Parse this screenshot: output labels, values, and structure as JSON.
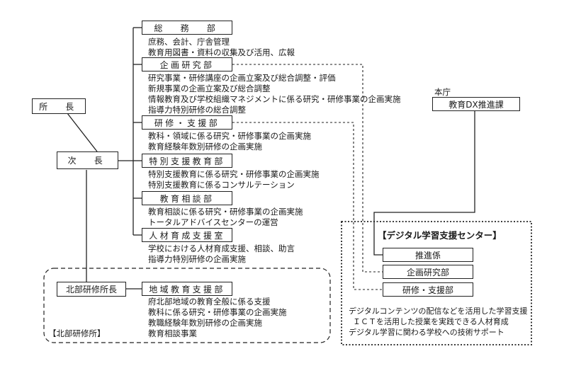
{
  "top": {
    "shocho": "所　長",
    "jicho": "次　長"
  },
  "departments": [
    {
      "name": "総　務　部",
      "lines": [
        "庶務、会計、庁舎管理",
        "教育用図書・資料の収集及び活用、広報"
      ]
    },
    {
      "name": "企画研究部",
      "lines": [
        "研究事業・研修講座の企画立案及び総合調整・評価",
        "新規事業の企画立案及び総合調整",
        "情報教育及び学校組織マネジメントに係る研究・研修事業の企画実施",
        "指導力特別研修の総合調整"
      ]
    },
    {
      "name": "研修・支援部",
      "lines": [
        "教科・領域に係る研究・研修事業の企画実施",
        "教育経験年数別研修の企画実施"
      ]
    },
    {
      "name": "特別支援教育部",
      "lines": [
        "特別支援教育に係る研究・研修事業の企画実施",
        "特別支援教育に係るコンサルテーション"
      ]
    },
    {
      "name": "教育相談部",
      "lines": [
        "教育相談に係る研究・研修事業の企画実施",
        "トータルアドバイスセンターの運営"
      ]
    },
    {
      "name": "人材育成支援室",
      "lines": [
        "学校における人材育成支援、相談、助言",
        "指導力特別研修の企画実施"
      ]
    }
  ],
  "north": {
    "office": "北部研修所長",
    "dept": "地域教育支援部",
    "lines": [
      "府北部地域の教育全般に係る支援",
      "教科に係る研究・研修事業の企画実施",
      "教職経験年数別研修の企画実施",
      "教育相談事業"
    ],
    "label": "【北部研修所】"
  },
  "honcho": {
    "label": "本庁",
    "section": "教育DX推進課"
  },
  "dx_center": {
    "title": "【デジタル学習支援センター】",
    "units": [
      "推進係",
      "企画研究部",
      "研修・支援部"
    ],
    "lines": [
      "デジタルコンテンツの配信などを活用した学習支援",
      "ＩＣＴを活用した授業を実践できる人材育成",
      "デジタル学習に関わる学校への技術サポート"
    ]
  }
}
